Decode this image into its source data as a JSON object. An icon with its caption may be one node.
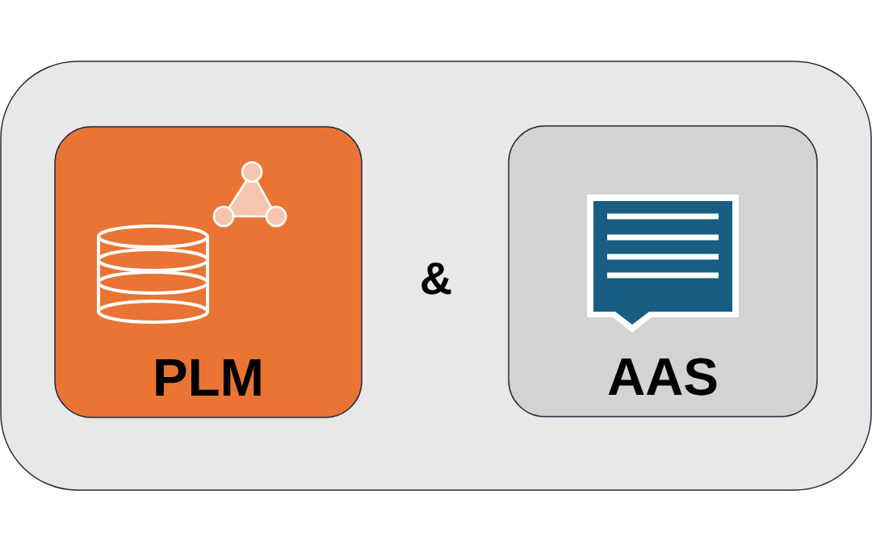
{
  "diagram": {
    "nodes": [
      {
        "text": [],
        "shape": "box"
      },
      {
        "text": [
          "PLM"
        ],
        "in": 0
      },
      {
        "text": [
          "AAS"
        ],
        "in": 0
      }
    ],
    "labels": [
      "&"
    ]
  }
}
